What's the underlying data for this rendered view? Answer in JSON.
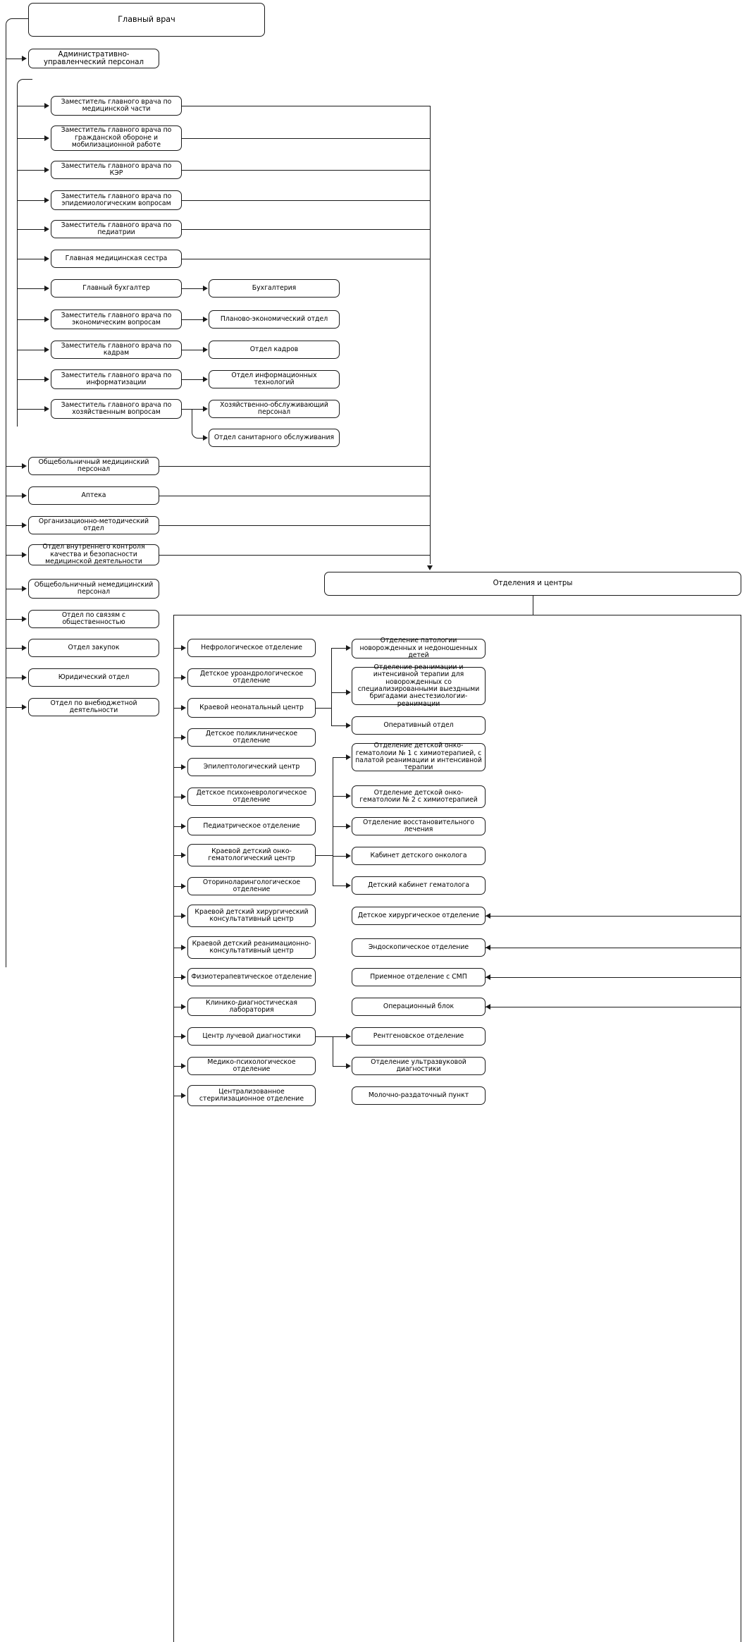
{
  "title": "Организационная структура — схема",
  "root": {
    "label": "Главный врач"
  },
  "admin": {
    "label": "Административно-управленческий персонал",
    "deputies": [
      {
        "label": "Заместитель главного  врача  по медицинской     части",
        "dept": null
      },
      {
        "label": "Заместитель главного  врача  по гражданской    обороне и мобилизационной   работе",
        "dept": null
      },
      {
        "label": "Заместитель главного врача по КЭР",
        "dept": null
      },
      {
        "label": "Заместитель главного врача по эпидемиологическим вопросам",
        "dept": null
      },
      {
        "label": "Заместитель главного врача по педиатрии",
        "dept": null
      },
      {
        "label": "Главная  медицинская  сестра",
        "dept": null
      },
      {
        "label": "Главный бухгалтер",
        "dept": "Бухгалтерия"
      },
      {
        "label": "Заместитель главного  врача по экономическим  вопросам",
        "dept": "Планово-экономический отдел"
      },
      {
        "label": "Заместитель главного  врача по кадрам",
        "dept": "Отдел кадров"
      },
      {
        "label": "Заместитель главного врача по информатизации",
        "dept": "Отдел информационных технологий"
      },
      {
        "label": "Заместитель главного врача по хозяйственным вопросам",
        "dept": "Хозяйственно-обслуживающий персонал",
        "dept2": "Отдел санитарного обслуживания"
      }
    ]
  },
  "general_units": [
    {
      "label": "Общебольничный медицинский персонал"
    },
    {
      "label": "Аптека"
    },
    {
      "label": "Организационно-методический отдел"
    },
    {
      "label": "Отдел внутреннего контроля качества и безопасности медицинской деятельности"
    },
    {
      "label": "Общебольничный немедицинский персонал"
    },
    {
      "label": "Отдел по связям с общественностью"
    },
    {
      "label": "Отдел закупок"
    },
    {
      "label": "Юридический отдел"
    },
    {
      "label": "Отдел по внебюджетной деятельности"
    }
  ],
  "departments_block": {
    "header": "Отделения и центры",
    "left_column": [
      {
        "label": "Нефрологическое отделение"
      },
      {
        "label": "Детское уроандрологическое отделение"
      },
      {
        "label": "Краевой неонатальный центр"
      },
      {
        "label": "Детское поликлиническое отделение"
      },
      {
        "label": "Эпилептологический центр"
      },
      {
        "label": "Детское психоневрологическое отделение"
      },
      {
        "label": "Педиатрическое отделение"
      },
      {
        "label": "Краевой детский онко-гематологический центр"
      },
      {
        "label": "Оториноларингологическое отделение"
      },
      {
        "label": "Краевой детский хирургический консультативный центр"
      },
      {
        "label": "Краевой детский реанимационно-консультативный центр"
      },
      {
        "label": "Физиотерапевтическое отделение"
      },
      {
        "label": "Клинико-диагностическая лаборатория"
      },
      {
        "label": "Центр лучевой диагностики"
      },
      {
        "label": "Медико-психологическое отделение"
      },
      {
        "label": "Централизованное стерилизационное отделение"
      }
    ],
    "right_column": [
      {
        "label": "Отделение патологии новорожденных и недоношенных детей"
      },
      {
        "label": "Отделение реанимации и интенсивной терапии для новорожденных со специализированными выездными бригадами анестезиологии-реанимации"
      },
      {
        "label": "Оперативный отдел"
      },
      {
        "label": "Отделение детской онко-гематолоии № 1 с химиотерапией, с палатой реанимации и интенсивной терапии"
      },
      {
        "label": "Отделение детской онко-гематолоии № 2 с химиотерапией"
      },
      {
        "label": "Отделение восстановительного лечения"
      },
      {
        "label": "Кабинет детского онколога"
      },
      {
        "label": "Детский кабинет гематолога"
      },
      {
        "label": "Детское хирургическое отделение"
      },
      {
        "label": "Эндоскопическое отделение"
      },
      {
        "label": "Приемное отделение с СМП"
      },
      {
        "label": "Операционный блок"
      },
      {
        "label": "Рентгеновское отделение"
      },
      {
        "label": "Отделение ультразвуковой диагностики"
      },
      {
        "label": "Молочно-раздаточный пункт"
      }
    ]
  },
  "colors": {
    "line": "#1a1a1a",
    "box_border": "#1a1a1a",
    "background": "#ffffff"
  }
}
